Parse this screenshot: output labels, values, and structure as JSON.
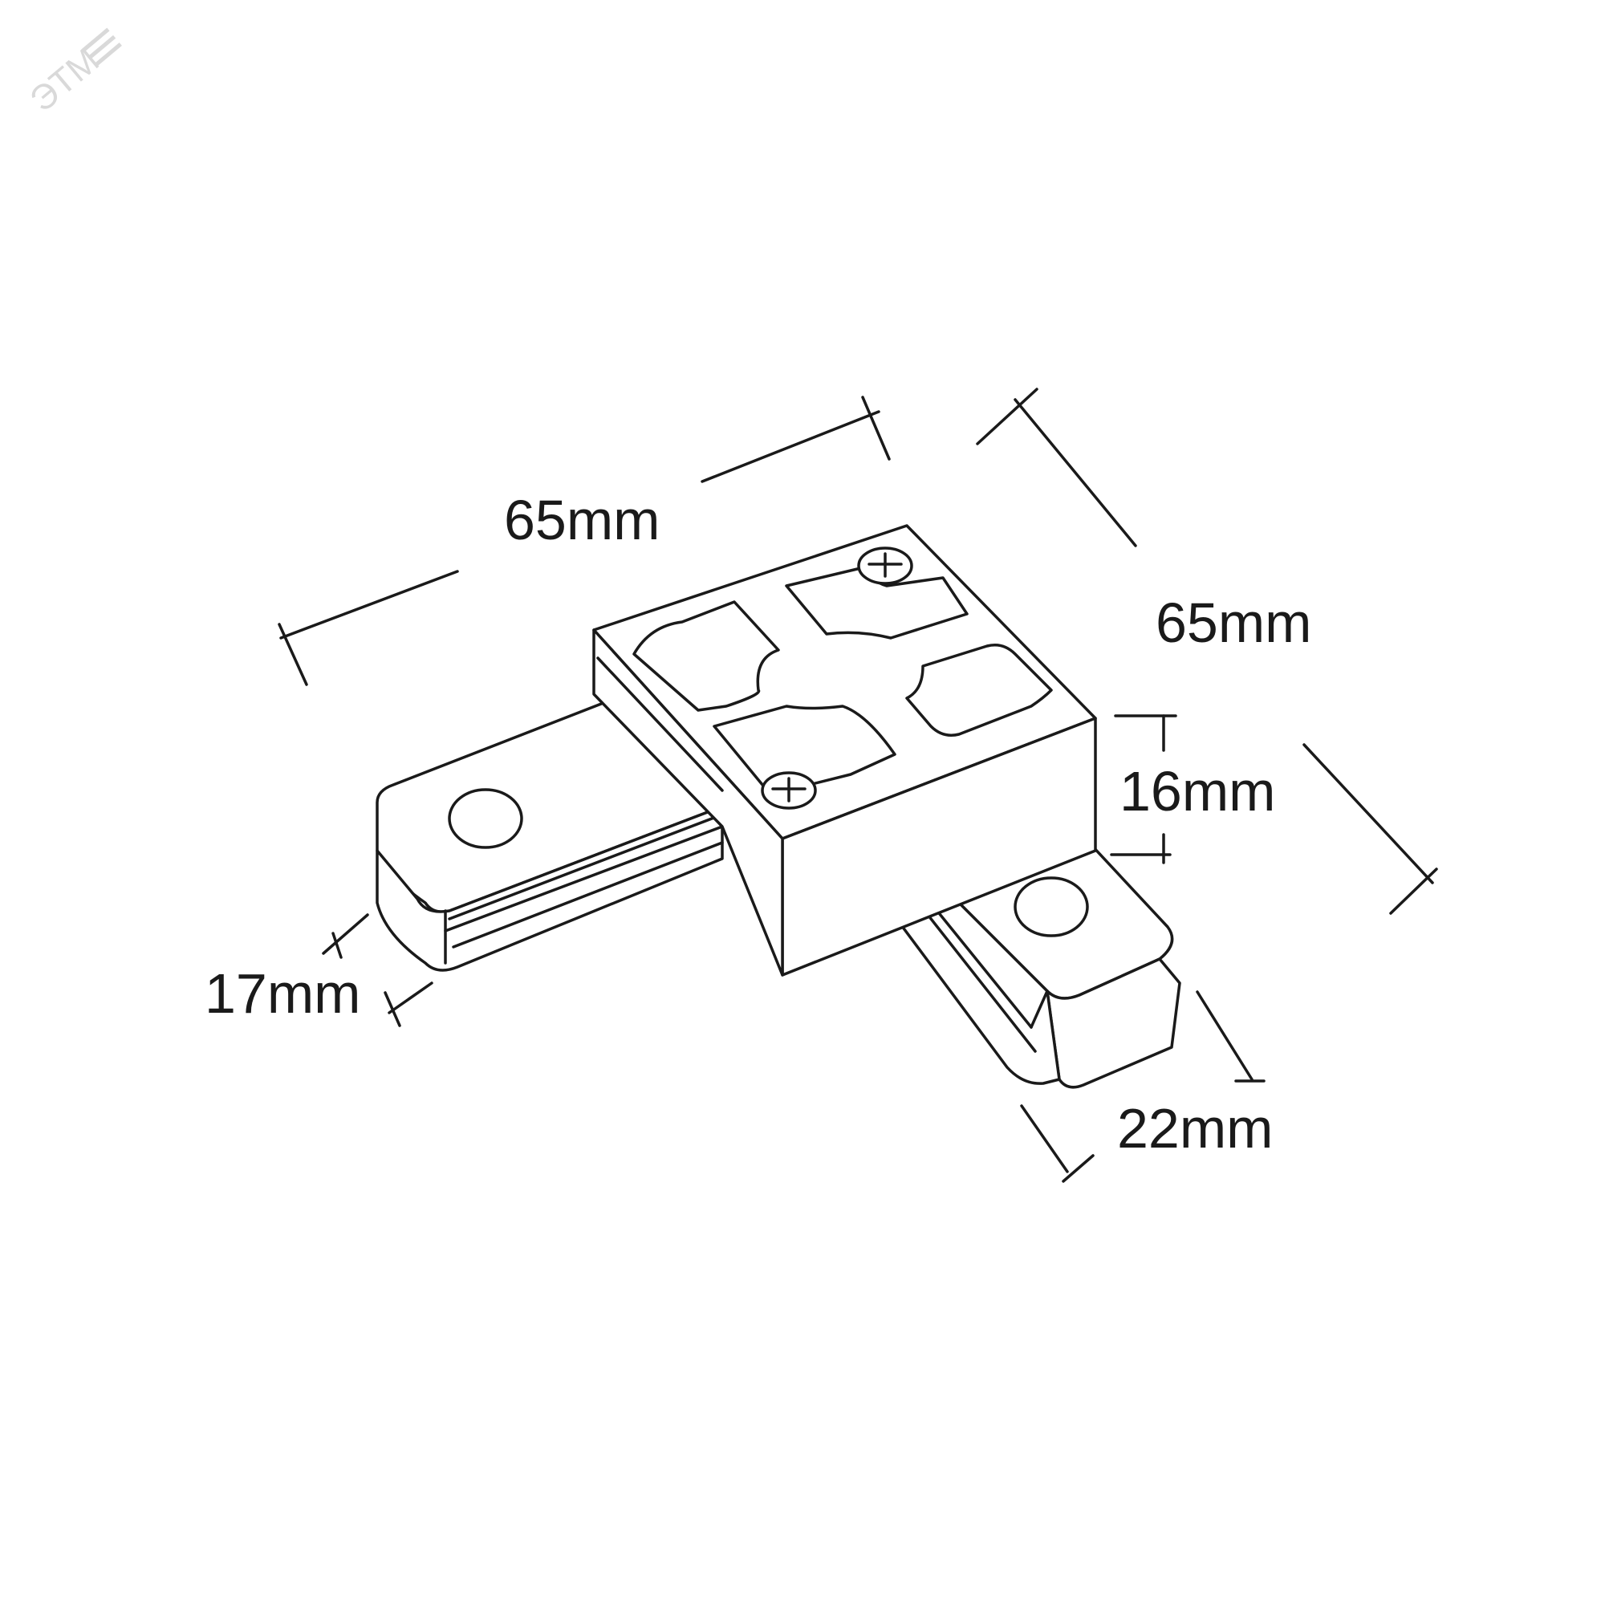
{
  "watermark": {
    "text": "ЭТМ"
  },
  "dimensions": {
    "length_top": "65mm",
    "length_right": "65mm",
    "height": "16mm",
    "width_left": "17mm",
    "width_right": "22mm"
  }
}
